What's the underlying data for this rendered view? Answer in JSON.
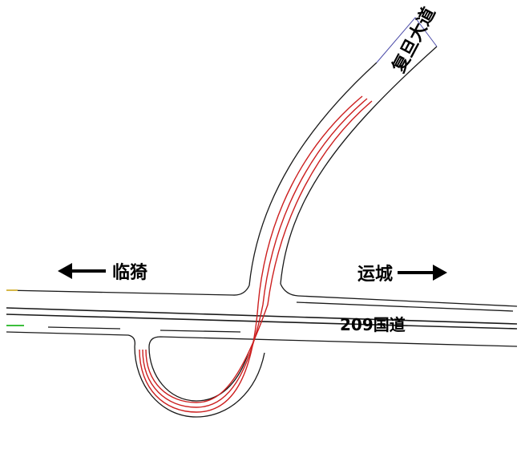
{
  "labels": {
    "fudan": "复旦大道",
    "linyi": "临猗",
    "yuncheng": "运城",
    "g209": "209国道"
  },
  "colors": {
    "road_edge": "#1a1a1a",
    "center_line": "#000000",
    "ramp_marking": "#cc1f1f",
    "edge_accent_blue": "#4a4aa8",
    "edge_accent_yellow": "#d6b84a",
    "edge_accent_green": "#3cbf3c"
  }
}
